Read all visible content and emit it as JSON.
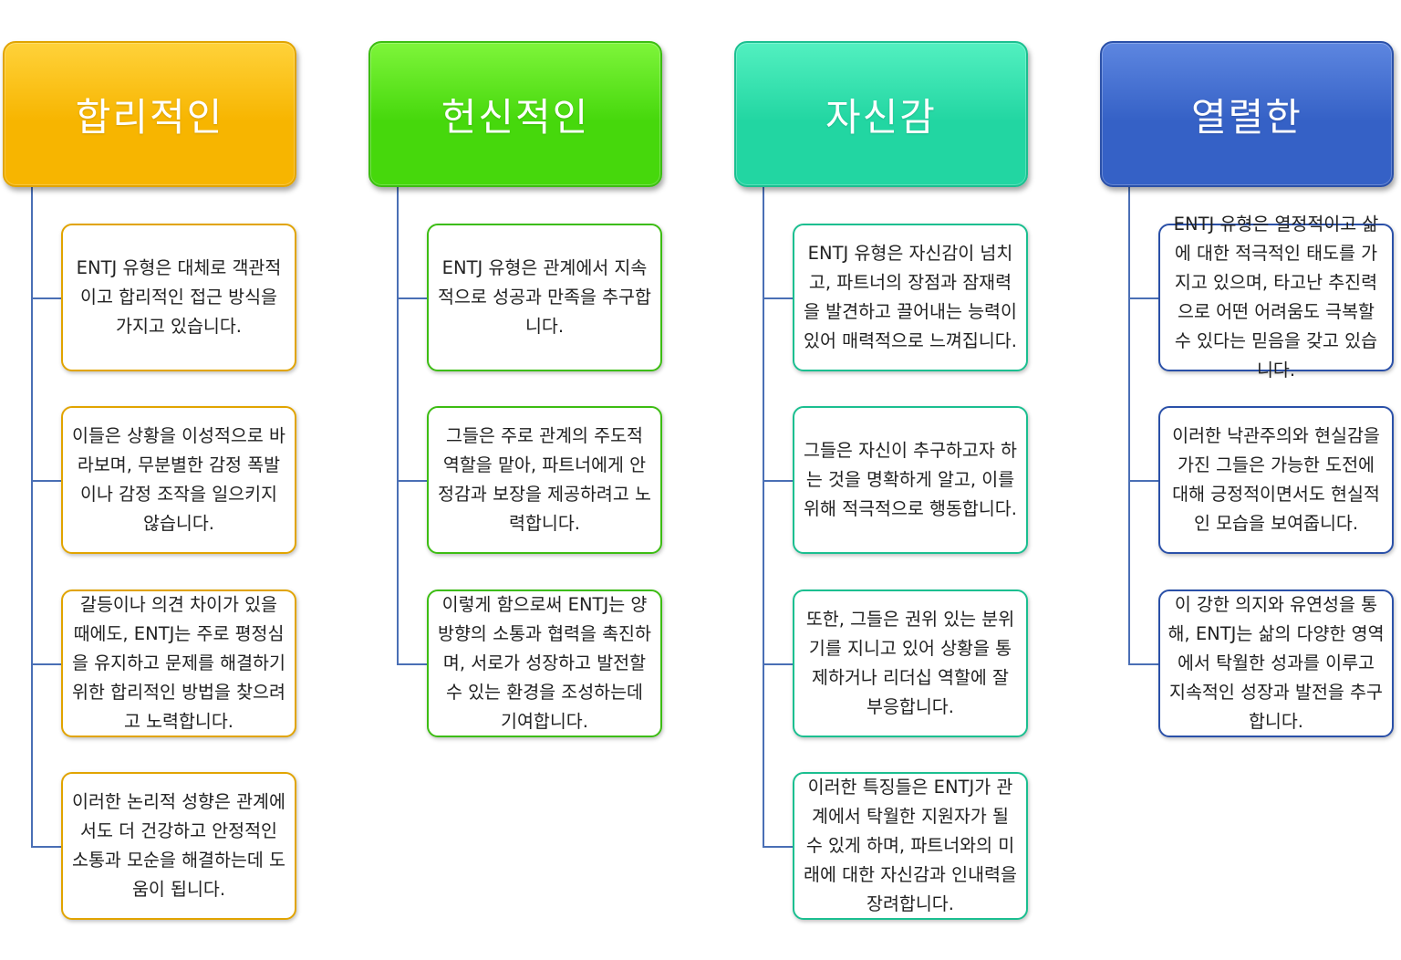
{
  "columns": [
    {
      "title": "합리적인",
      "color": "#f7b500",
      "color_light": "#ffd23a",
      "border": "#e1a400",
      "items": [
        "ENTJ 유형은 대체로 객관적이고 합리적인 접근 방식을 가지고 있습니다.",
        "이들은 상황을 이성적으로 바라보며, 무분별한 감정 폭발이나 감정 조작을 일으키지 않습니다.",
        "갈등이나 의견 차이가 있을 때에도, ENTJ는 주로 평정심을 유지하고 문제를 해결하기 위한 합리적인 방법을 찾으려고 노력합니다.",
        "이러한 논리적 성향은 관계에서도 더 건강하고 안정적인 소통과 모순을 해결하는데 도움이 됩니다."
      ]
    },
    {
      "title": "헌신적인",
      "color": "#46d80c",
      "color_light": "#7ef53a",
      "border": "#3cbd12",
      "items": [
        "ENTJ 유형은 관계에서 지속적으로 성공과 만족을 추구합니다.",
        "그들은 주로 관계의 주도적 역할을 맡아, 파트너에게 안정감과 보장을 제공하려고 노력합니다.",
        "이렇게 함으로써 ENTJ는 양방향의 소통과 협력을 촉진하며, 서로가 성장하고 발전할 수 있는 환경을 조성하는데 기여합니다."
      ]
    },
    {
      "title": "자신감",
      "color": "#22d6a2",
      "color_light": "#52f0c0",
      "border": "#1bbf90",
      "items": [
        "ENTJ 유형은 자신감이 넘치고, 파트너의 장점과 잠재력을 발견하고 끌어내는 능력이 있어 매력적으로 느껴집니다.",
        "그들은 자신이 추구하고자 하는 것을 명확하게 알고, 이를 위해 적극적으로 행동합니다.",
        "또한, 그들은 권위 있는 분위기를 지니고 있어 상황을 통제하거나 리더십 역할에 잘 부응합니다.",
        "이러한 특징들은 ENTJ가 관계에서 탁월한 지원자가 될 수 있게 하며, 파트너와의 미래에 대한 자신감과 인내력을 장려합니다."
      ]
    },
    {
      "title": "열렬한",
      "color": "#3561c6",
      "color_light": "#5d86e0",
      "border": "#2a50a8",
      "items": [
        "ENTJ 유형은 열정적이고 삶에 대한 적극적인 태도를 가지고 있으며, 타고난 추진력으로 어떤 어려움도 극복할 수 있다는 믿음을 갖고 있습니다.",
        "이러한 낙관주의와 현실감을 가진 그들은 가능한 도전에 대해 긍정적이면서도 현실적인 모습을 보여줍니다.",
        "이 강한 의지와 유연성을 통해, ENTJ는 삶의 다양한 영역에서 탁월한 성과를 이루고 지속적인 성장과 발전을 추구합니다."
      ]
    }
  ]
}
